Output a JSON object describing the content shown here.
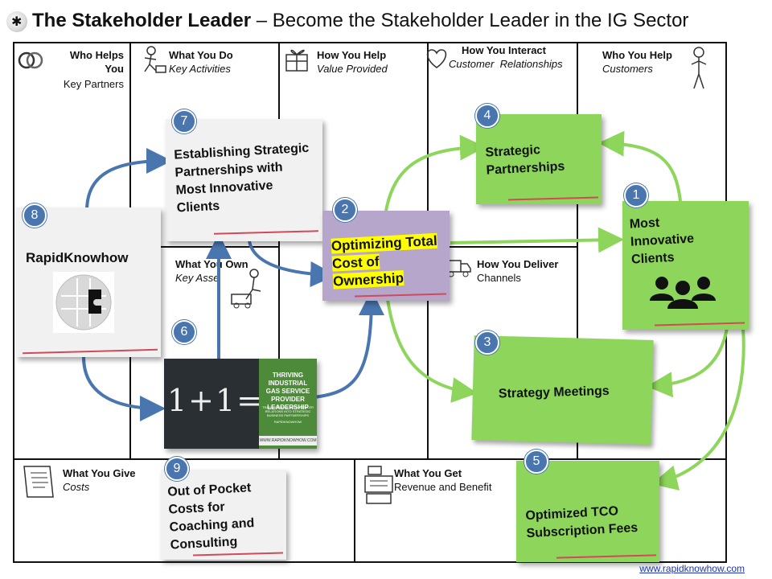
{
  "header": {
    "title_bold": "The Stakeholder Leader",
    "title_rest": " – Become the Stakeholder Leader in the IG Sector",
    "logo_icon": "puzzle-logo-icon"
  },
  "canvas": {
    "key_partners": {
      "title": "Who Helps You",
      "subtitle": "Key Partners",
      "icon": "handshake-icon"
    },
    "key_activities": {
      "title": "What You Do",
      "subtitle": "Key Activities",
      "icon": "worker-icon"
    },
    "value_provided": {
      "title": "How You Help",
      "subtitle": "Value Provided",
      "icon": "gift-icon"
    },
    "customer_relationships": {
      "title": "How You Interact",
      "subtitle": "Customer  Relationships",
      "icon": "heart-icon"
    },
    "customers": {
      "title": "Who You Help",
      "subtitle": "Customers",
      "icon": "person-icon"
    },
    "key_assets": {
      "title": "What You Own",
      "subtitle": "Key Asse",
      "icon": "forklift-icon"
    },
    "channels": {
      "title": "How You Deliver",
      "subtitle": "Channels",
      "icon": "truck-icon"
    },
    "costs": {
      "title": "What You Give",
      "subtitle": "Costs",
      "icon": "receipt-icon"
    },
    "revenue": {
      "title": "What You Get",
      "subtitle": "Revenue and Benefit",
      "icon": "cash-register-icon"
    }
  },
  "cards": {
    "c1": {
      "num": "1",
      "text": "Most Innovative Clients",
      "icon": "group-icon"
    },
    "c2": {
      "num": "2",
      "text": "Optimizing Total Cost of Ownership"
    },
    "c3": {
      "num": "3",
      "text": "Strategy Meetings"
    },
    "c4": {
      "num": "4",
      "text": "Strategic Partnerships"
    },
    "c5": {
      "num": "5",
      "text": "Optimized TCO Subscription Fees"
    },
    "c6": {
      "num": "6",
      "book_math": "1+1=3",
      "book_title": "THRIVING INDUSTRIAL GAS SERVICE PROVIDER LEADERSHIP",
      "book_sub": "TRANSFORMING BUYER-SELLER RELATIONS INTO STRATEGIC BUSINESS PARTNERSHIPS",
      "book_author": "RAPIDKNOWHOW",
      "book_site": "WWW.RAPIDKNOWHOW.COM"
    },
    "c7": {
      "num": "7",
      "text": "Establishing Strategic Partnerships with Most Innovative Clients"
    },
    "c8": {
      "num": "8",
      "text": "RapidKnowhow",
      "icon": "puzzle-ball-icon"
    },
    "c9": {
      "num": "9",
      "text": "Out of Pocket Costs for Coaching and Consulting"
    }
  },
  "footer": {
    "link": "www.rapidknowhow.com"
  },
  "colors": {
    "green": "#8dd65b",
    "purple": "#b7a6cc",
    "blue_arrow": "#4a76b0",
    "green_arrow": "#8dd65b",
    "number_badge": "#4a76b0"
  }
}
